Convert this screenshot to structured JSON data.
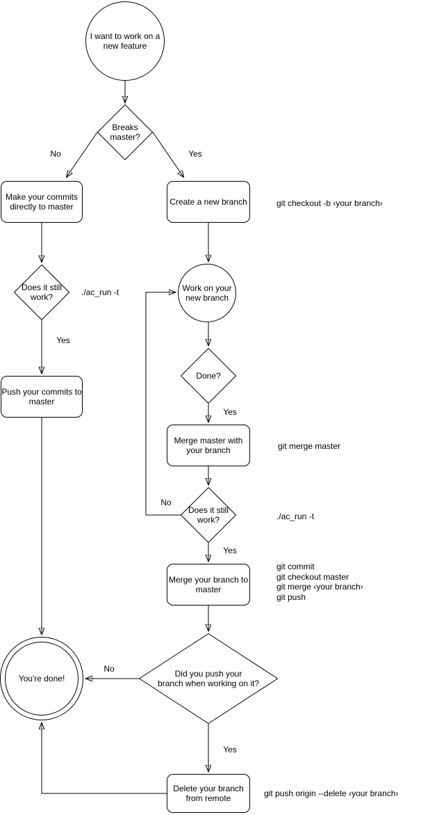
{
  "nodes": {
    "start": "I want to work on a\nnew feature",
    "breaks_master": "Breaks\nmaster?",
    "make_commits": "Make your commits\ndirectly to master",
    "create_branch": "Create a new branch",
    "still_work_1": "Does it still\nwork?",
    "work_branch": "Work on your\nnew branch",
    "push_commits": "Push your commits to\nmaster",
    "done": "Done?",
    "merge_master": "Merge master with\nyour branch",
    "still_work_2": "Does it still\nwork?",
    "merge_branch": "Merge your branch to\nmaster",
    "did_push": "Did you push your\nbranch when working on it?",
    "youre_done": "You're done!",
    "delete_branch": "Delete your branch\nfrom remote"
  },
  "edge_labels": {
    "breaks_no": "No",
    "breaks_yes": "Yes",
    "still1_yes": "Yes",
    "done_yes": "Yes",
    "still2_no": "No",
    "still2_yes": "Yes",
    "push_no": "No",
    "push_yes": "Yes"
  },
  "annotations": {
    "checkout_cmd": "git checkout -b ‹your branch›",
    "ac_run_1": "./ac_run -t",
    "merge_master_cmd": "git merge master",
    "ac_run_2": "./ac_run -t",
    "merge_cmds": [
      "git commit",
      "git checkout master",
      "git merge ‹your branch›",
      "git push"
    ],
    "delete_cmd": "git push origin --delete ‹your branch›"
  }
}
